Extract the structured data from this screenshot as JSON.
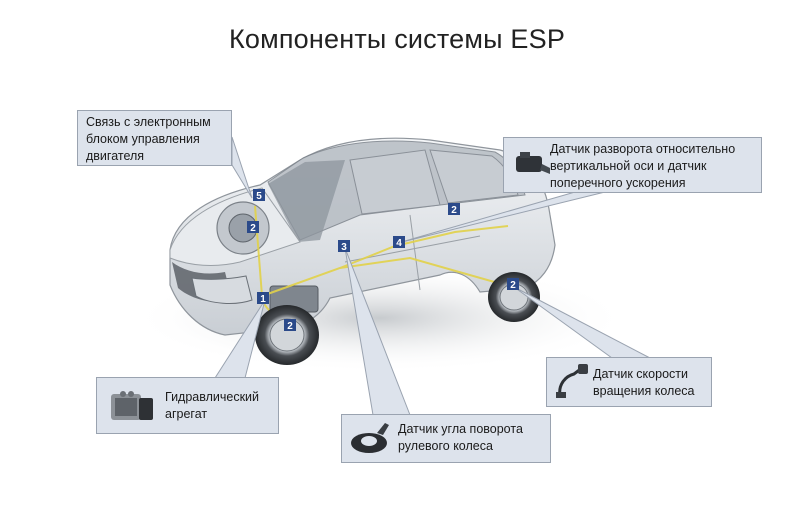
{
  "title": "Компоненты системы ESP",
  "callouts": {
    "engine_ecu": "Связь с электронным блоком управления двигателя",
    "yaw_sensor": "Датчик разворота относительно вертикальной оси и датчик поперечного ускорения",
    "hydraulic_unit": "Гидравлический агрегат",
    "steering_sensor": "Датчик угла поворота рулевого колеса",
    "wheel_speed_sensor": "Датчик скорости вращения колеса"
  },
  "markers": {
    "m1": "1",
    "m2_front": "2",
    "m2_wheel": "2",
    "m2_rear": "2",
    "m2_back": "2",
    "m3": "3",
    "m4": "4",
    "m5": "5"
  },
  "colors": {
    "callout_bg": "#dde3ec",
    "callout_border": "#9aa3b0",
    "marker": "#2b4a8a",
    "wiring": "#e2d24a"
  }
}
